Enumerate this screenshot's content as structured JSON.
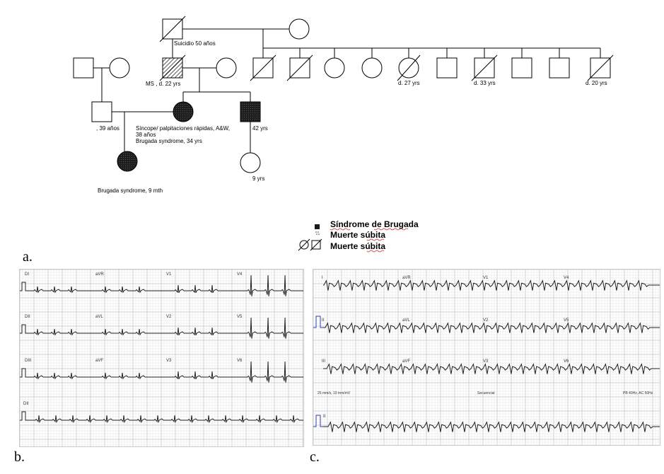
{
  "panels": {
    "a": "a.",
    "b": "b.",
    "c": "c."
  },
  "pedigree": {
    "labels": {
      "suicide": "Suicidio 50 años",
      "ms": "MS , d. 22 yrs",
      "spouse_age": ", 39 años",
      "proband_line1": "Síncope/ palpitaciones rápidas, A&W,",
      "proband_line2": "38 años",
      "proband_line3": "Brugada syndrome, 34 yrs",
      "brother_age": "42 yrs",
      "niece_age": "9 yrs",
      "daughter": "Brugada syndrome, 9 mth",
      "d27": "d. 27 yrs",
      "d33": "d. 33 yrs",
      "d20": "d. 20 yrs"
    },
    "legend": {
      "item1": "Síndrome de Brugada",
      "item2": "Muerte súbita",
      "item3": "Muerte súbita"
    }
  },
  "ecg_b": {
    "leads": [
      "DI",
      "aVR",
      "V1",
      "V4",
      "DII",
      "aVL",
      "V2",
      "V5",
      "DIII",
      "aVF",
      "V3",
      "V6",
      "DII"
    ]
  },
  "ecg_c": {
    "leads": [
      "I",
      "aVR",
      "V1",
      "V4",
      "II",
      "aVL",
      "V2",
      "V5",
      "III",
      "aVF",
      "V3",
      "V6",
      "II"
    ],
    "footer_left": "25 mm/s, 10 mm/mV",
    "footer_center": "Secuencial",
    "footer_right": "PB 40Hz, AC 50Hz"
  },
  "colors": {
    "grid_minor": "#e3e3e3",
    "grid_major": "#c4c4c4",
    "trace": "#222222",
    "calibration_c": "#2b3fb0",
    "affected_fill": "#1a1a1a",
    "legend_underline": "#cc2222"
  }
}
